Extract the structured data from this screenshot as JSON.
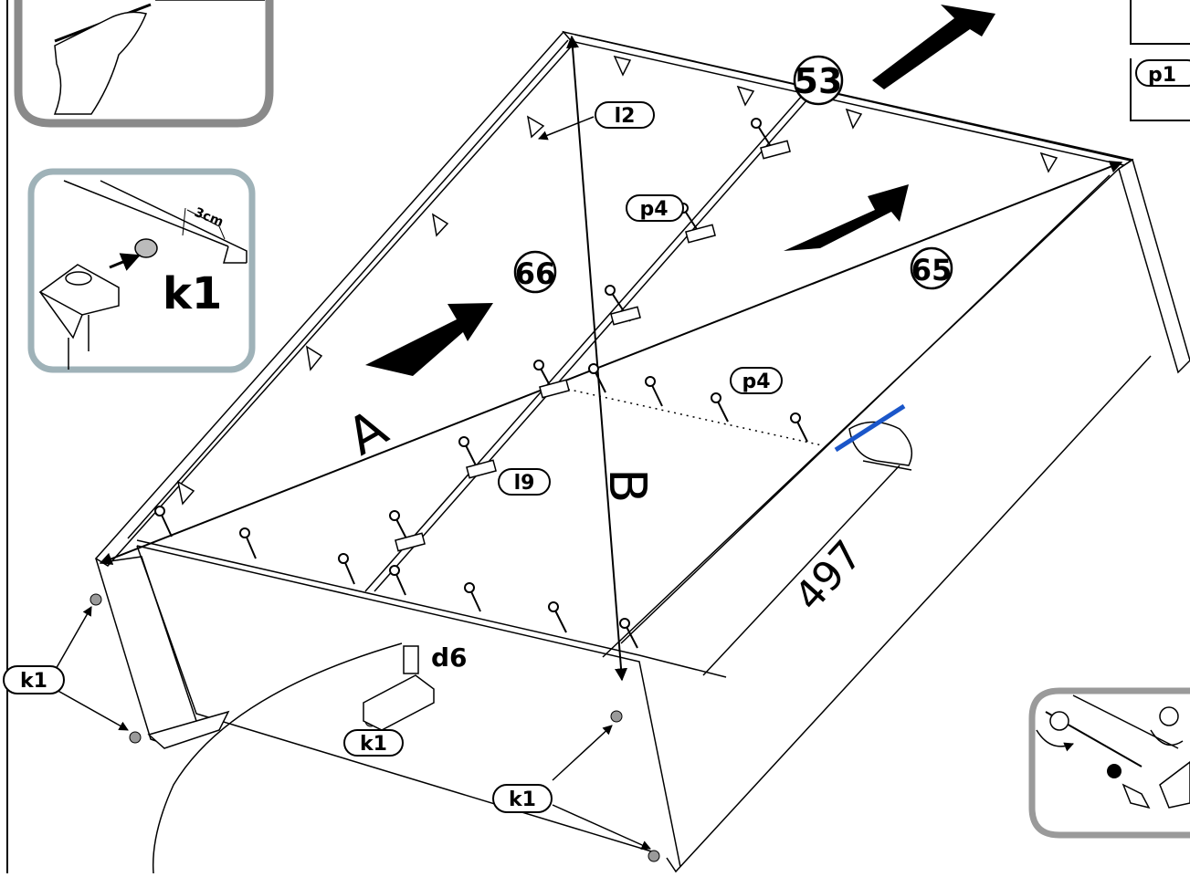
{
  "parts": {
    "panel_top": "53",
    "panel_left": "66",
    "panel_right": "65",
    "bracket_l2": "l2",
    "bracket_l9": "l9",
    "screw_p4_a": "p4",
    "screw_p4_b": "p4",
    "pad_k1_a": "k1",
    "pad_k1_b": "k1",
    "pad_k1_c": "k1",
    "pad_k1_inset": "k1",
    "clip_d6": "d6",
    "partial_p1": "p1"
  },
  "diagonals": {
    "a": "A",
    "b": "B"
  },
  "dimension": "497",
  "inset_k1": {
    "measure": "3cm"
  }
}
